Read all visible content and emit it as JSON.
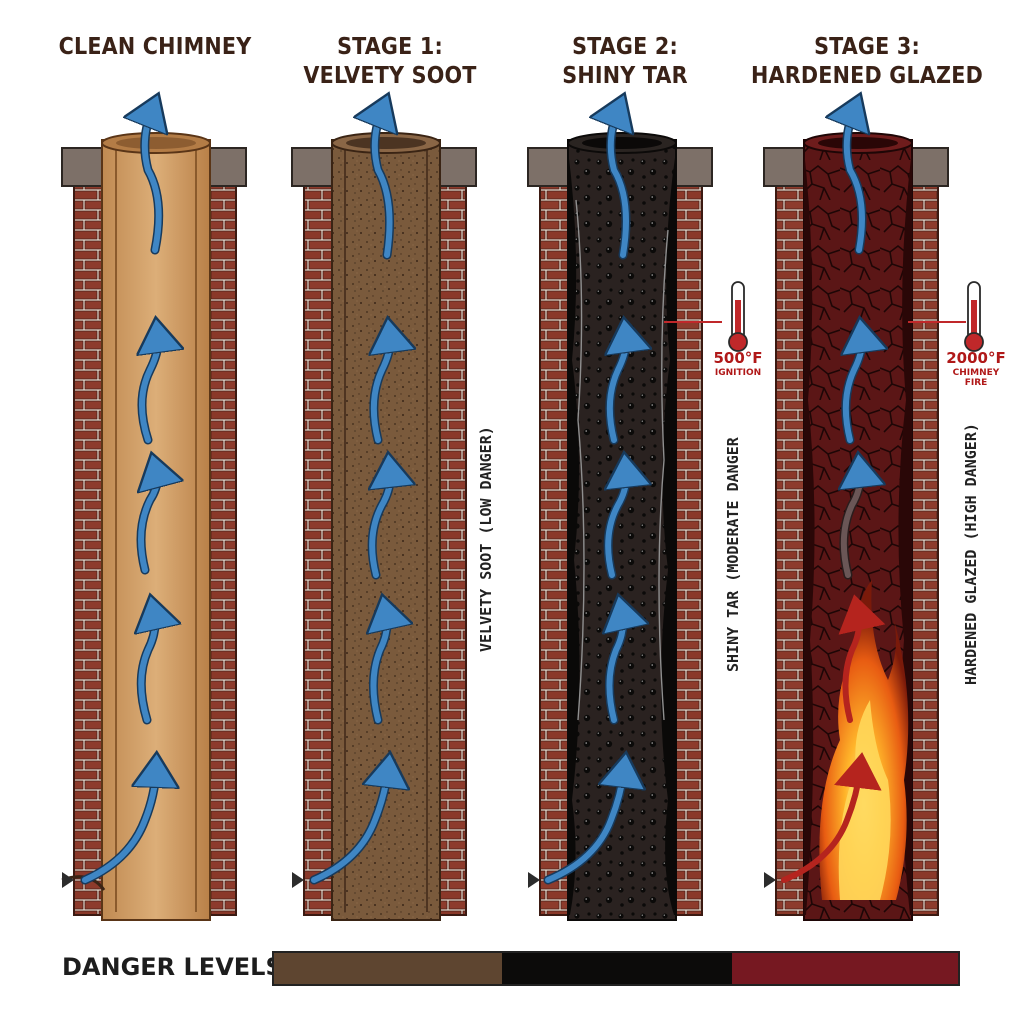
{
  "stages": [
    {
      "id": "clean",
      "title_line1": "",
      "title_line2": "CLEAN CHIMNEY",
      "side_label": "",
      "fill": "#d4a26a"
    },
    {
      "id": "stage1",
      "title_line1": "STAGE 1:",
      "title_line2": "VELVETY SOOT",
      "side_label": "VELVETY SOOT (LOW DANGER)",
      "fill": "#7a5a3c"
    },
    {
      "id": "stage2",
      "title_line1": "STAGE 2:",
      "title_line2": "SHINY TAR",
      "side_label": "SHINY TAR (MODERATE DANGER",
      "fill": "#1a1614"
    },
    {
      "id": "stage3",
      "title_line1": "STAGE 3:",
      "title_line2": "HARDENED GLAZED",
      "side_label": "HARDENED GLAZED (HIGH DANGER)",
      "fill": "#5a1414"
    }
  ],
  "thermometers": [
    {
      "value": "500°F",
      "caption_line1": "IGNITION",
      "caption_line2": ""
    },
    {
      "value": "2000°F",
      "caption_line1": "CHIMNEY",
      "caption_line2": "FIRE"
    }
  ],
  "danger": {
    "title": "DANGER LEVELS",
    "colors": [
      "#5e4530",
      "#0c0b0a",
      "#761821"
    ]
  },
  "colors": {
    "brick": "#8d3b2c",
    "mortar": "#e9e0d3",
    "cap": "#7d7068",
    "arrow": "#3f86c4",
    "thermometer_red": "#c0282a"
  }
}
